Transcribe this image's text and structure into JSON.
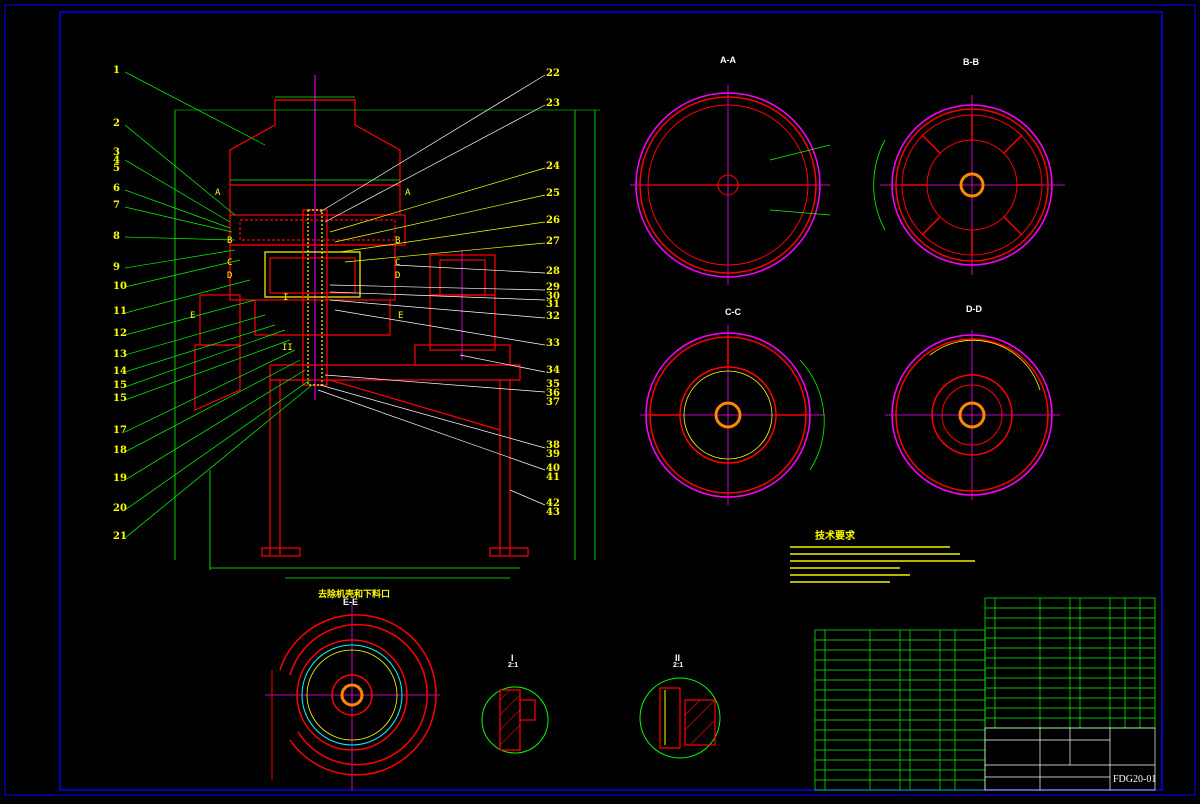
{
  "drawing": {
    "sheet_number": "FDG20-01",
    "part_labels_left": [
      "1",
      "2",
      "3",
      "4",
      "5",
      "6",
      "7",
      "8",
      "9",
      "10",
      "11",
      "12",
      "13",
      "14",
      "15",
      "15",
      "17",
      "18",
      "19",
      "20",
      "21"
    ],
    "part_labels_right": [
      "22",
      "23",
      "24",
      "25",
      "26",
      "27",
      "28",
      "29",
      "30",
      "31",
      "32",
      "33",
      "34",
      "35",
      "36",
      "37",
      "38",
      "39",
      "40",
      "41",
      "42",
      "43"
    ],
    "section_views": {
      "aa": "A-A",
      "bb": "B-B",
      "cc": "C-C",
      "dd": "D-D",
      "ee": "E-E",
      "detail_1": "I",
      "detail_2": "II",
      "detail_scale": "2:1"
    },
    "bottom_view_title": "去除机壳和下料口",
    "tech_req_title": "技术要求",
    "colors": {
      "background": "#000000",
      "frame": "#0000ff",
      "red": "#ff0000",
      "magenta": "#ff00ff",
      "yellow": "#ffff00",
      "green": "#00ff00",
      "white": "#ffffff",
      "cyan": "#00ffff"
    }
  }
}
